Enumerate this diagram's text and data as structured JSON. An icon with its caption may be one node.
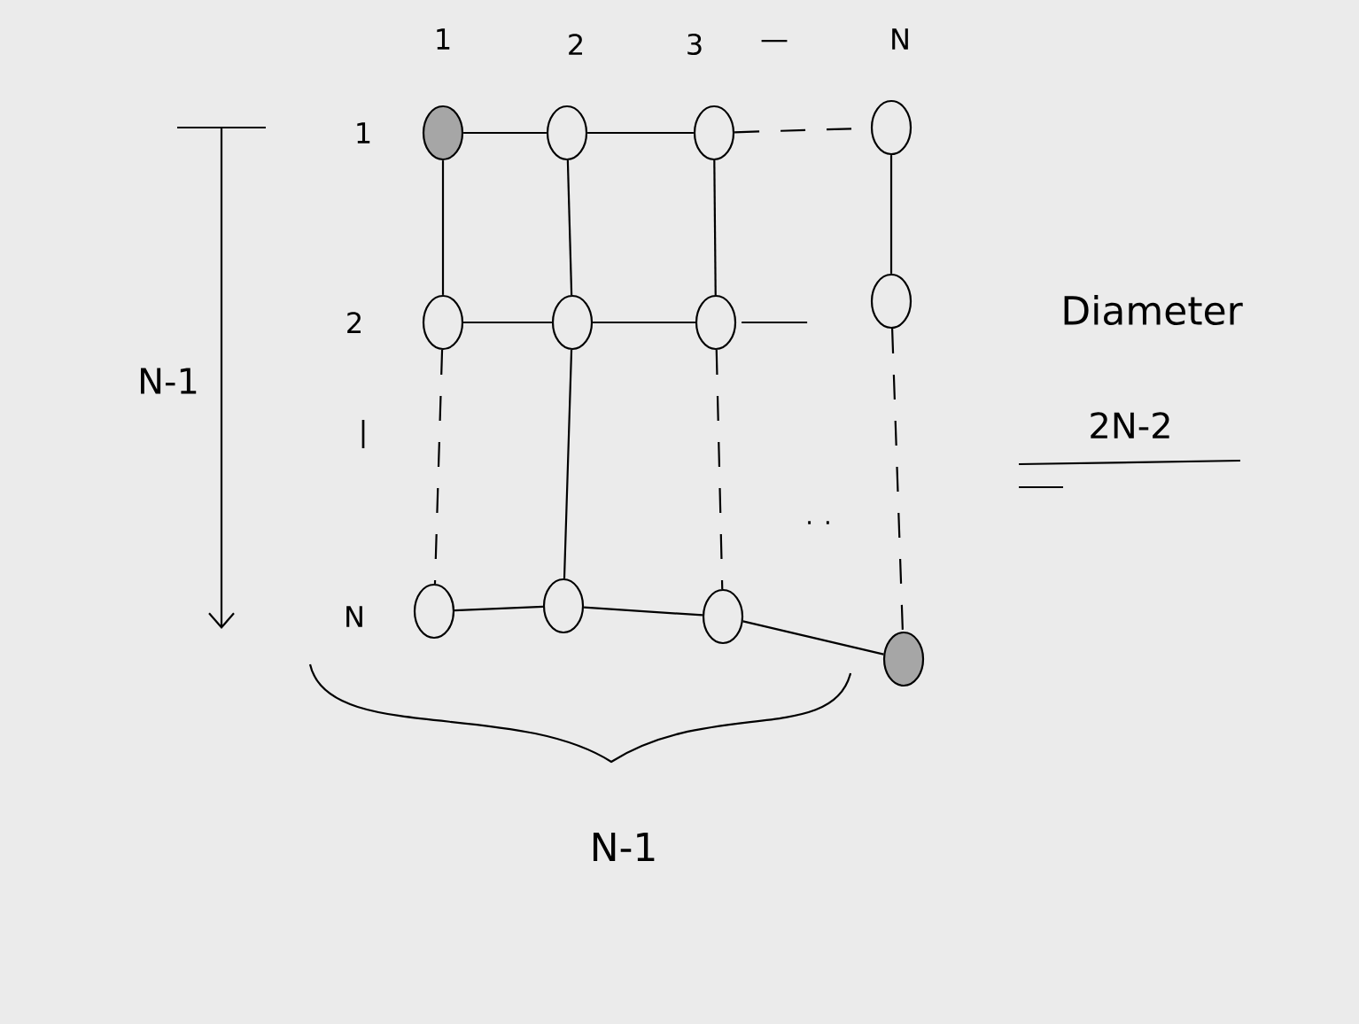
{
  "diagram": {
    "nodes": [
      {
        "text": [],
        "shape": "circle"
      },
      {
        "text": [],
        "shape": "circle"
      },
      {
        "text": [],
        "shape": "circle"
      },
      {
        "text": [],
        "shape": "circle"
      },
      {
        "text": [],
        "shape": "circle"
      },
      {
        "text": [],
        "shape": "circle"
      },
      {
        "text": [],
        "shape": "circle"
      },
      {
        "text": [],
        "shape": "circle"
      },
      {
        "text": [],
        "shape": "circle"
      },
      {
        "text": [],
        "shape": "circle"
      },
      {
        "text": [],
        "shape": "circle"
      },
      {
        "text": [],
        "shape": "circle"
      }
    ],
    "edges": [
      {
        "from": 0,
        "to": 1,
        "arrow": "none"
      },
      {
        "from": 1,
        "to": 2,
        "arrow": "none"
      },
      {
        "from": 2,
        "to": 3,
        "arrow": "none",
        "style": "dashed"
      },
      {
        "from": 4,
        "to": 5,
        "arrow": "none"
      },
      {
        "from": 5,
        "to": 6,
        "arrow": "none"
      },
      {
        "from": 6,
        "to": null,
        "arrow": "none"
      },
      {
        "from": 8,
        "to": 9,
        "arrow": "none"
      },
      {
        "from": 9,
        "to": 10,
        "arrow": "none"
      },
      {
        "from": 10,
        "to": 11,
        "arrow": "none"
      },
      {
        "from": 0,
        "to": 4,
        "arrow": "none"
      },
      {
        "from": 4,
        "to": 8,
        "arrow": "none",
        "style": "dashed"
      },
      {
        "from": 1,
        "to": 5,
        "arrow": "none"
      },
      {
        "from": 5,
        "to": 9,
        "arrow": "none"
      },
      {
        "from": 2,
        "to": 6,
        "arrow": "none"
      },
      {
        "from": 6,
        "to": 10,
        "arrow": "none",
        "style": "dashed"
      },
      {
        "from": 3,
        "to": 7,
        "arrow": "none"
      },
      {
        "from": 7,
        "to": 11,
        "arrow": "none",
        "style": "dashed"
      }
    ],
    "labels": [
      "1",
      "2",
      "3",
      "—",
      "N",
      "1",
      "2",
      "|",
      "N",
      "N-1",
      ". .",
      "Diameter",
      "2N-2",
      "N-1"
    ]
  }
}
